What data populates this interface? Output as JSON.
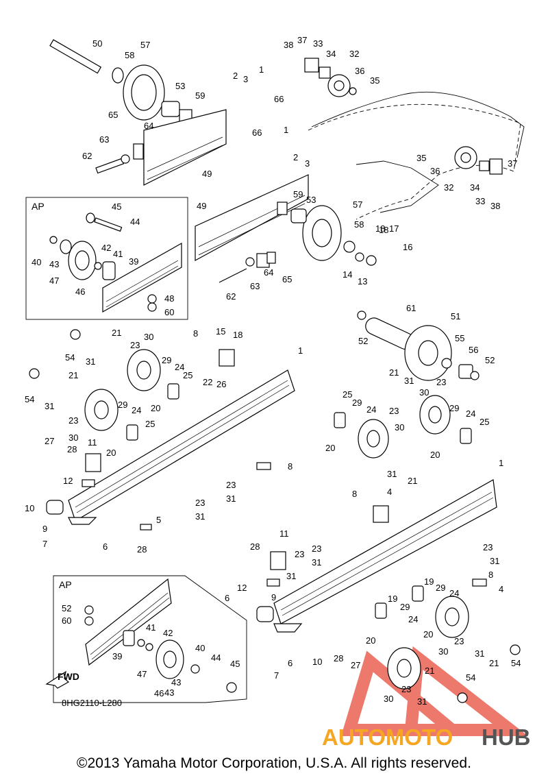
{
  "diagram_code": "8HG2110-L280",
  "copyright": "©2013 Yamaha Motor Corporation, U.S.A. All rights reserved.",
  "inset_label": "AP",
  "fwd_label": "FWD",
  "watermark": {
    "part1": "AUTOMOTO",
    "part2": "HUB",
    "color_part1": "#f5a623",
    "color_part2": "#555555",
    "triangle_color": "#e74c3c"
  },
  "callouts": [
    "50",
    "58",
    "57",
    "53",
    "59",
    "65",
    "64",
    "63",
    "62",
    "38",
    "37",
    "33",
    "34",
    "32",
    "36",
    "35",
    "1",
    "2",
    "3",
    "66",
    "49",
    "45",
    "44",
    "40",
    "43",
    "42",
    "41",
    "39",
    "47",
    "46",
    "48",
    "60",
    "61",
    "51",
    "55",
    "56",
    "52",
    "54",
    "31",
    "21",
    "23",
    "30",
    "29",
    "24",
    "25",
    "19",
    "22",
    "20",
    "26",
    "27",
    "28",
    "12",
    "11",
    "10",
    "9",
    "7",
    "6",
    "5",
    "8",
    "4",
    "14",
    "13",
    "15",
    "18",
    "17",
    "16"
  ]
}
